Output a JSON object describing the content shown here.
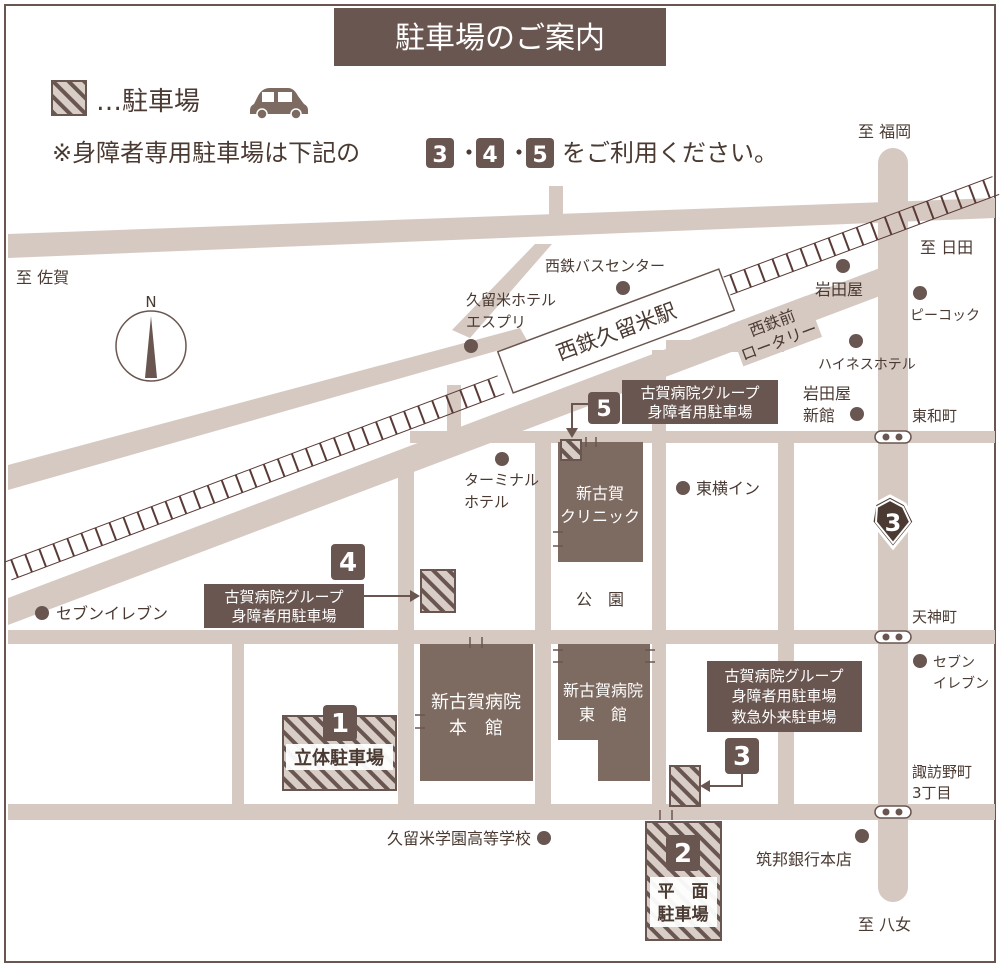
{
  "header": {
    "title": "駐車場のご案内"
  },
  "legend": {
    "parking_label": "…駐車場",
    "note_prefix": "※身障者専用駐車場は下記の",
    "note_sep": "・",
    "note_numbers": [
      "3",
      "4",
      "5"
    ],
    "note_suffix": "をご利用ください。"
  },
  "compass": {
    "label": "N"
  },
  "directions": {
    "fukuoka": "至 福岡",
    "hita": "至 日田",
    "saga": "至 佐賀",
    "yame": "至 八女"
  },
  "station": {
    "name": "西鉄久留米駅"
  },
  "rotary": {
    "line1": "西鉄前",
    "line2": "ロータリー"
  },
  "route_badge": "3",
  "landmarks": {
    "bus_center": "西鉄バスセンター",
    "hotel_esprit_1": "久留米ホテル",
    "hotel_esprit_2": "エスプリ",
    "iwataya": "岩田屋",
    "peacock": "ピーコック",
    "heinz_hotel": "ハイネスホテル",
    "iwataya_new_1": "岩田屋",
    "iwataya_new_2": "新館",
    "terminal_hotel_1": "ターミナル",
    "terminal_hotel_2": "ホテル",
    "toyoko_inn": "東横イン",
    "seven_west": "セブンイレブン",
    "seven_east_1": "セブン",
    "seven_east_2": "イレブン",
    "school": "久留米学園高等学校",
    "bank": "筑邦銀行本店",
    "park": "公　園"
  },
  "intersections": {
    "towa": "東和町",
    "tenjin": "天神町",
    "suwano_1": "諏訪野町",
    "suwano_2": "3丁目"
  },
  "buildings": {
    "clinic_1": "新古賀",
    "clinic_2": "クリニック",
    "main_1": "新古賀病院",
    "main_2": "本　館",
    "east_1": "新古賀病院",
    "east_2": "東　館"
  },
  "parking": {
    "p1": {
      "number": "1",
      "label": "立体駐車場"
    },
    "p2": {
      "number": "2",
      "label_1": "平　面",
      "label_2": "駐車場"
    },
    "p3": {
      "number": "3",
      "line1": "古賀病院グループ",
      "line2": "身障者用駐車場",
      "line3": "救急外来駐車場"
    },
    "p4": {
      "number": "4",
      "line1": "古賀病院グループ",
      "line2": "身障者用駐車場"
    },
    "p5": {
      "number": "5",
      "line1": "古賀病院グループ",
      "line2": "身障者用駐車場"
    }
  },
  "colors": {
    "frame": "#6a5650",
    "road": "#d6c9c2",
    "building": "#7d6a60",
    "text": "#4a3a32",
    "rail": "#5a3a36",
    "parking_fill": "#d8cdc7"
  }
}
